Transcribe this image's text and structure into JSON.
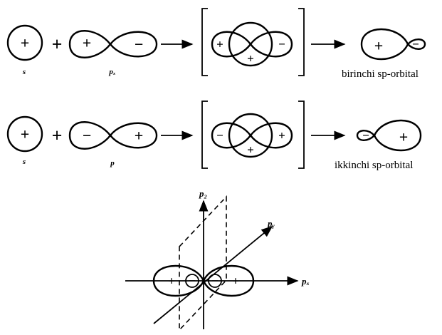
{
  "symbols": {
    "plus": "+",
    "minus": "−"
  },
  "row1": {
    "s_label": "s",
    "p_label": "pₓ",
    "result_caption": "birinchi sp-orbital"
  },
  "row2": {
    "s_label": "s",
    "p_label": "p",
    "result_caption": "ikkinchi sp-orbital"
  },
  "axes": {
    "z_label": "p₂",
    "y_label": "pᵧ",
    "x_label": "pₓ"
  }
}
